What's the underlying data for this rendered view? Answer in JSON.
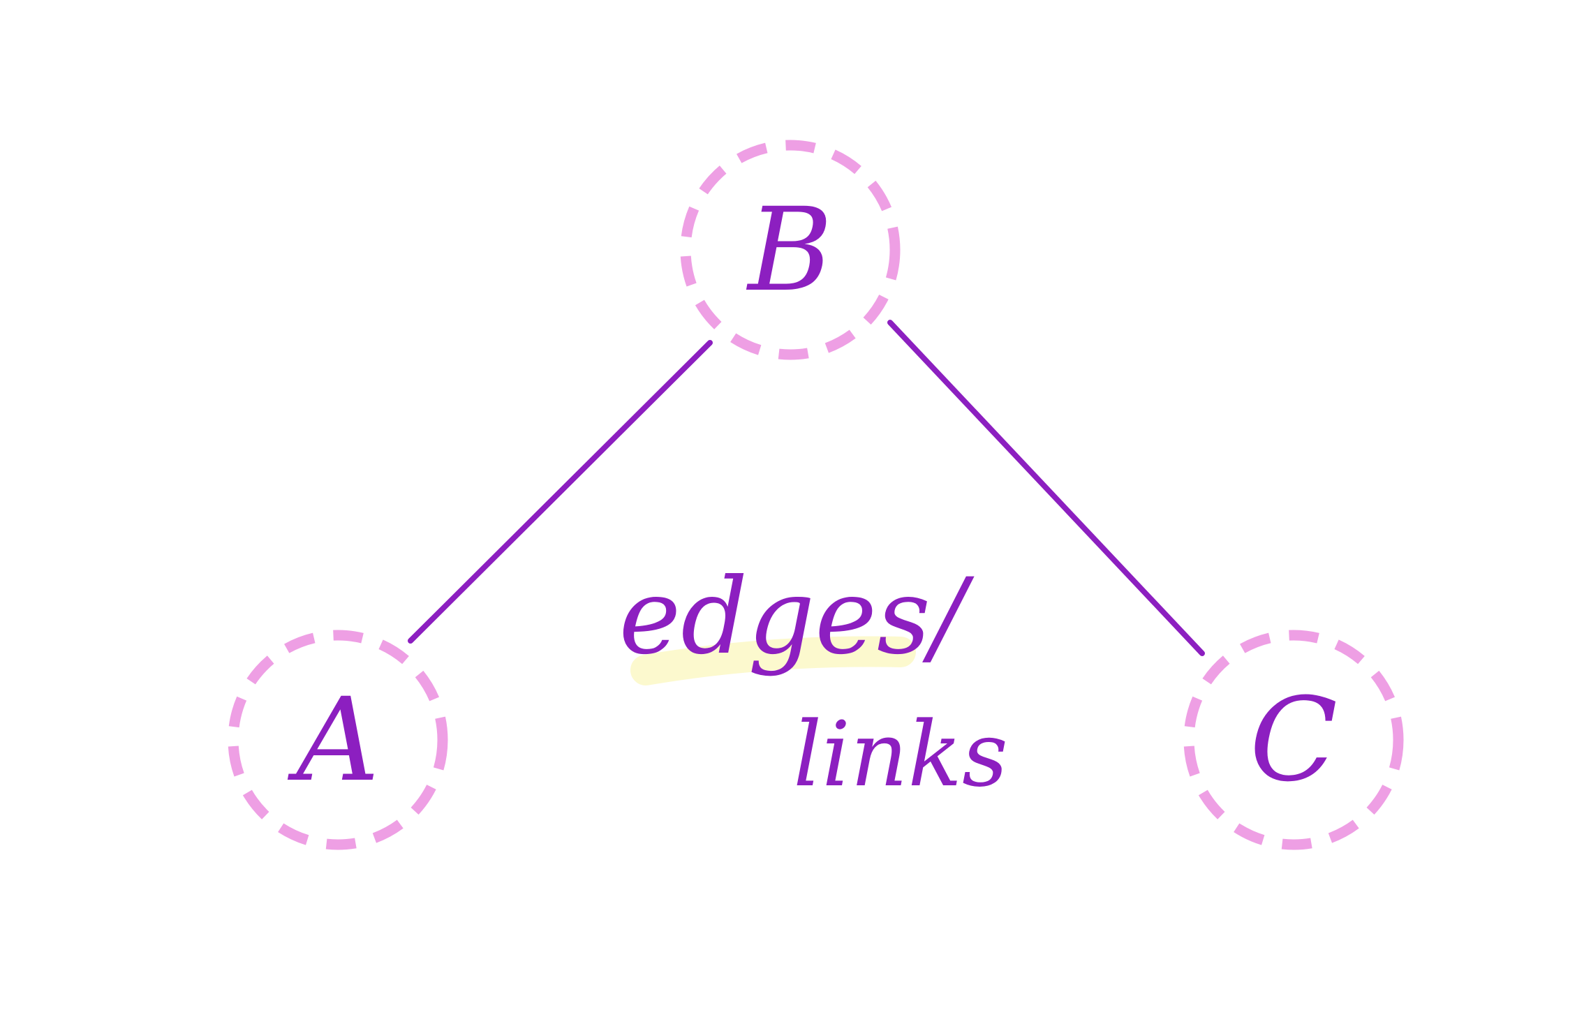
{
  "colors": {
    "background": "#ffffff",
    "node_ring": "#ee9fe4",
    "ink": "#8c1fc0",
    "highlight": "#fbf8c6"
  },
  "nodes": {
    "b": {
      "label": "B"
    },
    "a": {
      "label": "A"
    },
    "c": {
      "label": "C"
    }
  },
  "edges": [
    {
      "from": "B",
      "to": "A"
    },
    {
      "from": "B",
      "to": "C"
    }
  ],
  "annotations": {
    "edges_label": "edges/",
    "links_label": "links"
  }
}
